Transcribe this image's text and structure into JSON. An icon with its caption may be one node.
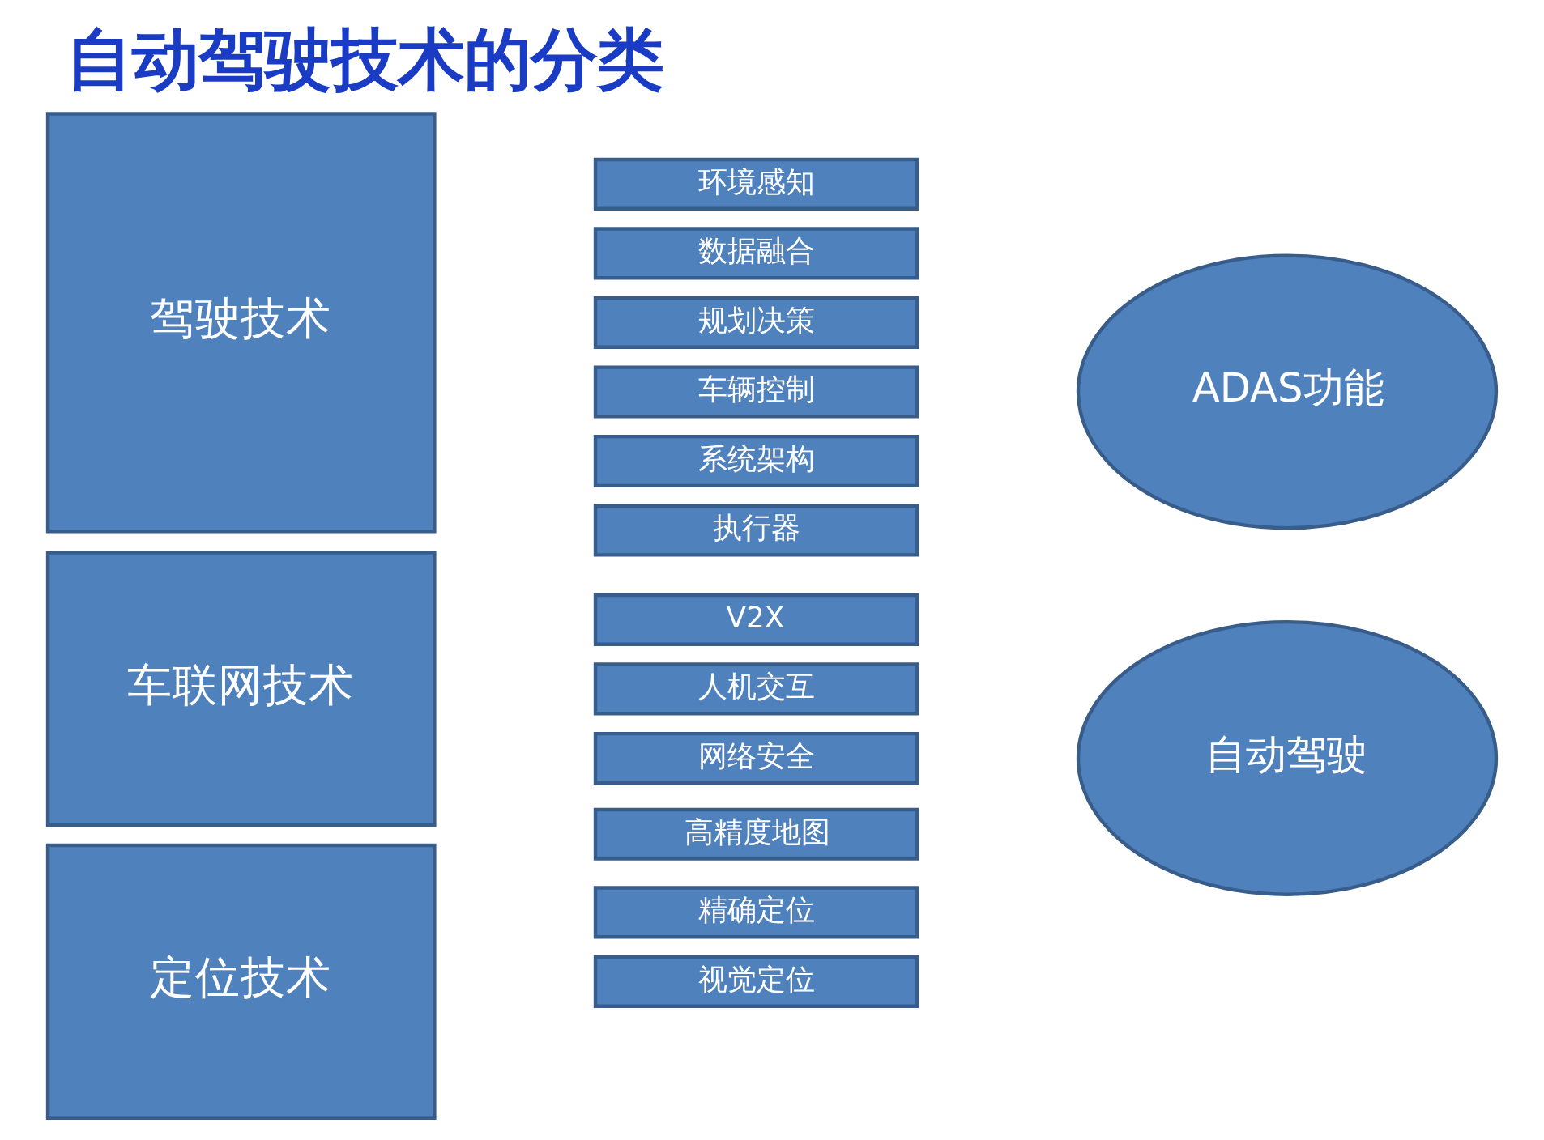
{
  "diagram": {
    "title": "自动驾驶技术的分类",
    "nodes": [
      {
        "text": [
          "驾驶技术"
        ]
      },
      {
        "text": [
          "环境感知"
        ]
      },
      {
        "text": [
          "数据融合"
        ]
      },
      {
        "text": [
          "规划决策"
        ]
      },
      {
        "text": [
          "车辆控制"
        ]
      },
      {
        "text": [
          "系统架构"
        ]
      },
      {
        "text": [
          "执行器"
        ]
      },
      {
        "text": [
          "车联网技术"
        ]
      },
      {
        "text": [
          "V2X"
        ]
      },
      {
        "text": [
          "人机交互"
        ]
      },
      {
        "text": [
          "网络安全"
        ]
      },
      {
        "text": [
          "定位技术"
        ]
      },
      {
        "text": [
          "高精度地图"
        ]
      },
      {
        "text": [
          "精确定位"
        ]
      },
      {
        "text": [
          "视觉定位"
        ]
      },
      {
        "text": [
          "ADAS功能"
        ]
      },
      {
        "text": [
          "自动驾驶"
        ]
      }
    ]
  }
}
